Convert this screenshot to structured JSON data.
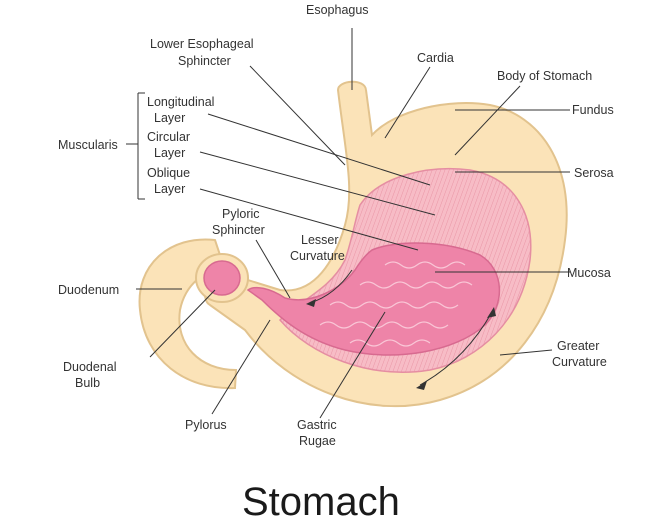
{
  "title": "Stomach",
  "labels": {
    "esophagus": "Esophagus",
    "les_1": "Lower Esophageal",
    "les_2": "Sphincter",
    "cardia": "Cardia",
    "body": "Body of Stomach",
    "fundus": "Fundus",
    "serosa": "Serosa",
    "mucosa": "Mucosa",
    "greater_1": "Greater",
    "greater_2": "Curvature",
    "muscularis": "Muscularis",
    "longitudinal_1": "Longitudinal",
    "longitudinal_2": "Layer",
    "circular_1": "Circular",
    "circular_2": "Layer",
    "oblique_1": "Oblique",
    "oblique_2": "Layer",
    "pyloric_1": "Pyloric",
    "pyloric_2": "Sphincter",
    "lesser_1": "Lesser",
    "lesser_2": "Curvature",
    "duodenum": "Duodenum",
    "bulb_1": "Duodenal",
    "bulb_2": "Bulb",
    "pylorus": "Pylorus",
    "rugae_1": "Gastric",
    "rugae_2": "Rugae"
  },
  "colors": {
    "outer_wall": "#fbe3b8",
    "outer_stroke": "#e2c38e",
    "muscle": "#f6b4bf",
    "mucosa": "#ee84a8",
    "rugae": "#f7c0d2",
    "text": "#333333"
  }
}
